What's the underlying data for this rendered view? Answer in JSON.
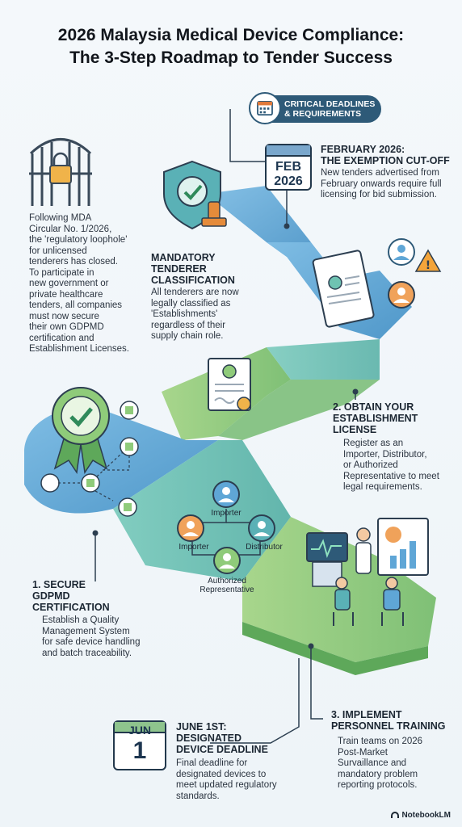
{
  "title": {
    "line1": "2026 Malaysia Medical Device Compliance:",
    "line2": "The 3-Step Roadmap to Tender Success"
  },
  "deadlines_pill": {
    "line1": "CRITICAL DEADLINES",
    "line2": "& REQUIREMENTS",
    "icon": "calendar-icon"
  },
  "feb": {
    "calendar_month": "FEB",
    "calendar_year": "2026",
    "heading_line1": "FEBRUARY 2026:",
    "heading_line2": "THE EXEMPTION CUT-OFF",
    "body": [
      "New tenders advertised from",
      "February onwards require full",
      "licensing for bid submission."
    ]
  },
  "intro": {
    "body": [
      "Following MDA",
      "Circular No. 1/2026,",
      "the 'regulatory loophole'",
      "for unlicensed",
      "tenderers has closed.",
      "To participate in",
      "new government or",
      "private healthcare",
      "tenders, all companies",
      "must now secure",
      "their own GDPMD",
      "certification and",
      "Establishment Licenses."
    ]
  },
  "mandatory": {
    "heading": [
      "MANDATORY",
      "TENDERER",
      "CLASSIFICATION"
    ],
    "body": [
      "All tenderers are now",
      "legally classified as",
      "'Establishments'",
      "regardless of their",
      "supply chain role."
    ]
  },
  "step2": {
    "heading": [
      "2. OBTAIN YOUR",
      "ESTABLISHMENT",
      "LICENSE"
    ],
    "body": [
      "Register as an",
      "Importer, Distributor,",
      "or Authorized",
      "Representative to meet",
      "legal requirements."
    ]
  },
  "roles": {
    "importer_top": "Importer",
    "importer_left": "Importer",
    "distributor": "Distributor",
    "authorized_line1": "Authorized",
    "authorized_line2": "Representative"
  },
  "step1": {
    "heading": [
      "1. SECURE",
      "GDPMD",
      "CERTIFICATION"
    ],
    "body": [
      "Establish a Quality",
      "Management System",
      "for safe device handling",
      "and batch traceability."
    ]
  },
  "step3": {
    "heading": "3. IMPLEMENT",
    "heading2": "PERSONNEL TRAINING",
    "body": [
      "Train teams on 2026",
      "Post-Market",
      "Survaillance and",
      "mandatory problem",
      "reporting protocols."
    ]
  },
  "june": {
    "calendar_month": "JUN",
    "calendar_day": "1",
    "heading": [
      "JUNE 1ST:",
      "DESIGNATED",
      "DEVICE DEADLINE"
    ],
    "body": [
      "Final deadline for",
      "designated devices to",
      "meet updated regulatory",
      "standards."
    ]
  },
  "footer": {
    "brand": "NotebookLM"
  },
  "colors": {
    "path_blue": "#5fa6d6",
    "path_teal": "#6fc3b2",
    "path_green": "#8fcb7a",
    "navy": "#2e5a78"
  }
}
